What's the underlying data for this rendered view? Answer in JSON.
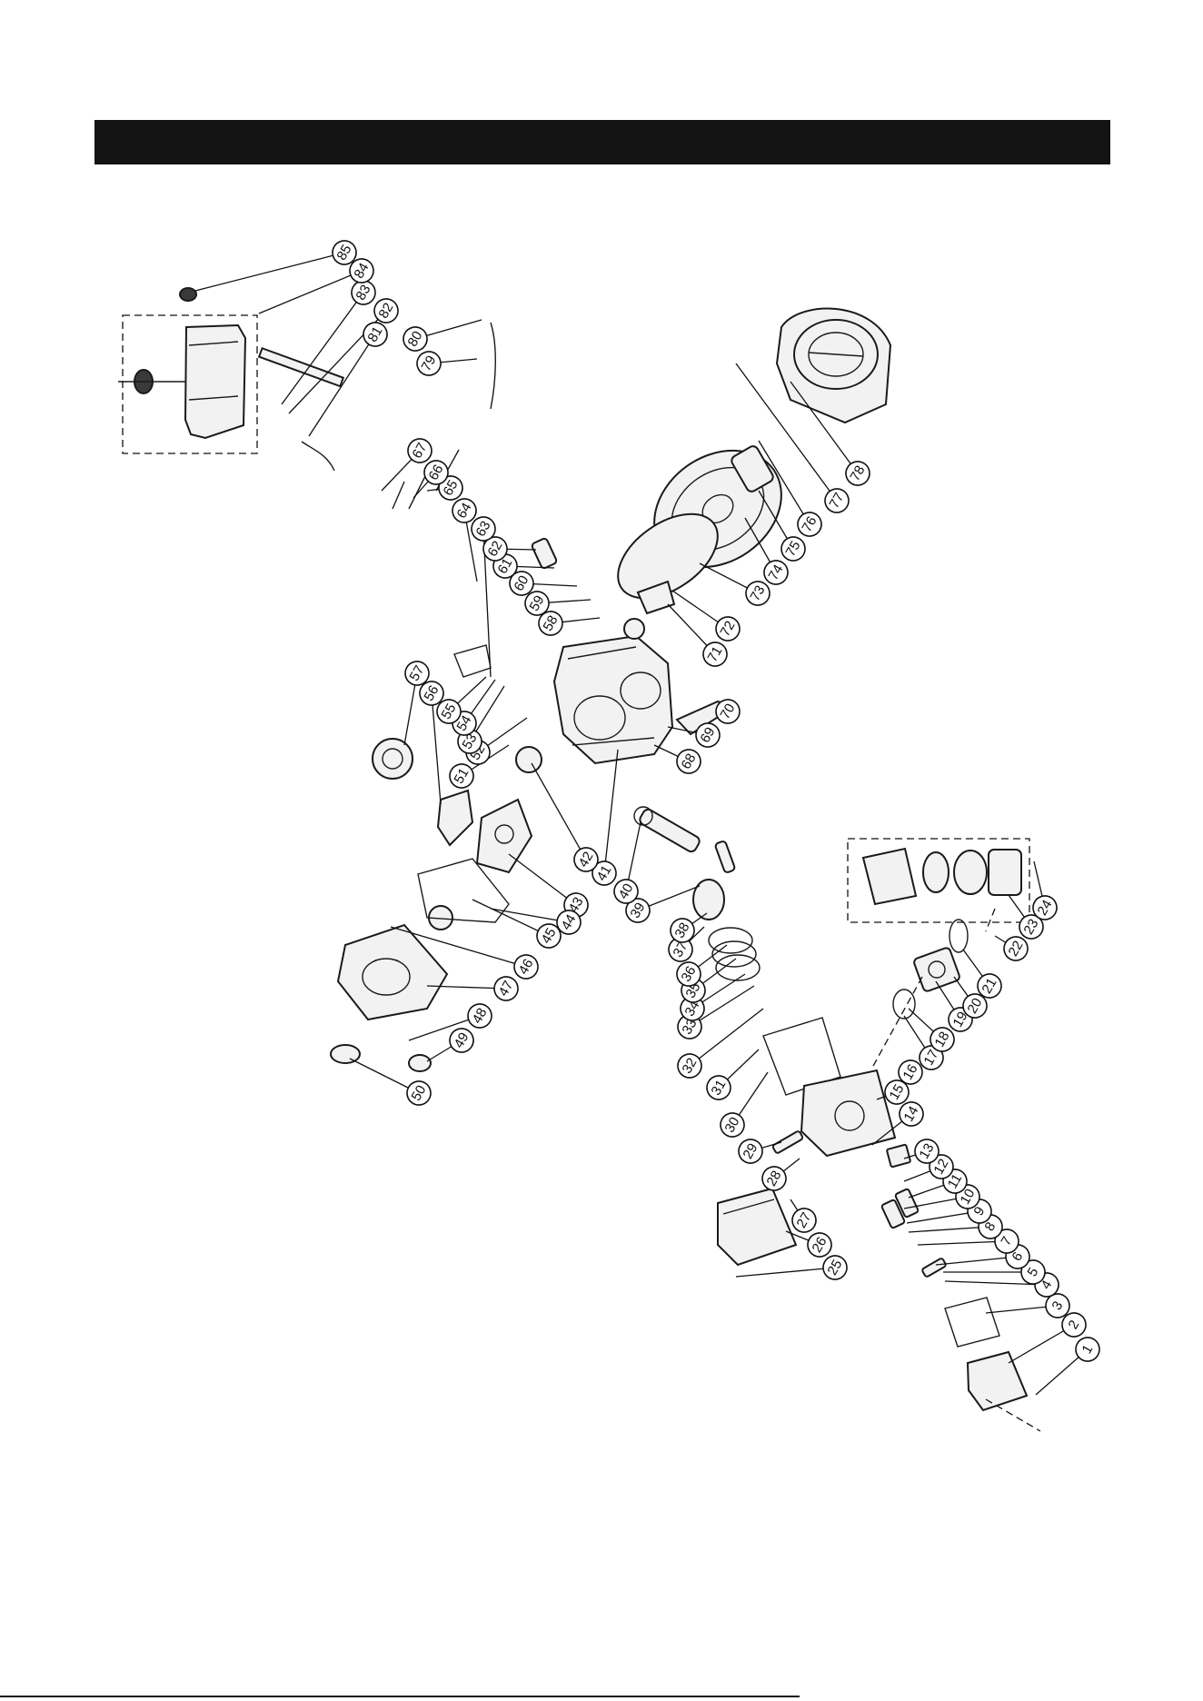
{
  "header": {
    "title": ""
  },
  "part_numbers": [
    "1",
    "2",
    "3",
    "4",
    "5",
    "6",
    "7",
    "8",
    "9",
    "10",
    "11",
    "12",
    "13",
    "14",
    "15",
    "16",
    "17",
    "18",
    "19",
    "20",
    "21",
    "22",
    "23",
    "24",
    "25",
    "26",
    "27",
    "28",
    "29",
    "30",
    "31",
    "32",
    "33",
    "34",
    "35",
    "36",
    "37",
    "38",
    "39",
    "40",
    "41",
    "42",
    "43",
    "44",
    "45",
    "46",
    "47",
    "48",
    "49",
    "50",
    "51",
    "52",
    "53",
    "54",
    "55",
    "56",
    "57",
    "58",
    "59",
    "60",
    "61",
    "62",
    "63",
    "64",
    "65",
    "66",
    "67",
    "68",
    "69",
    "70",
    "71",
    "72",
    "73",
    "74",
    "75",
    "76",
    "77",
    "78",
    "79",
    "80",
    "81",
    "82",
    "83",
    "84",
    "85"
  ]
}
